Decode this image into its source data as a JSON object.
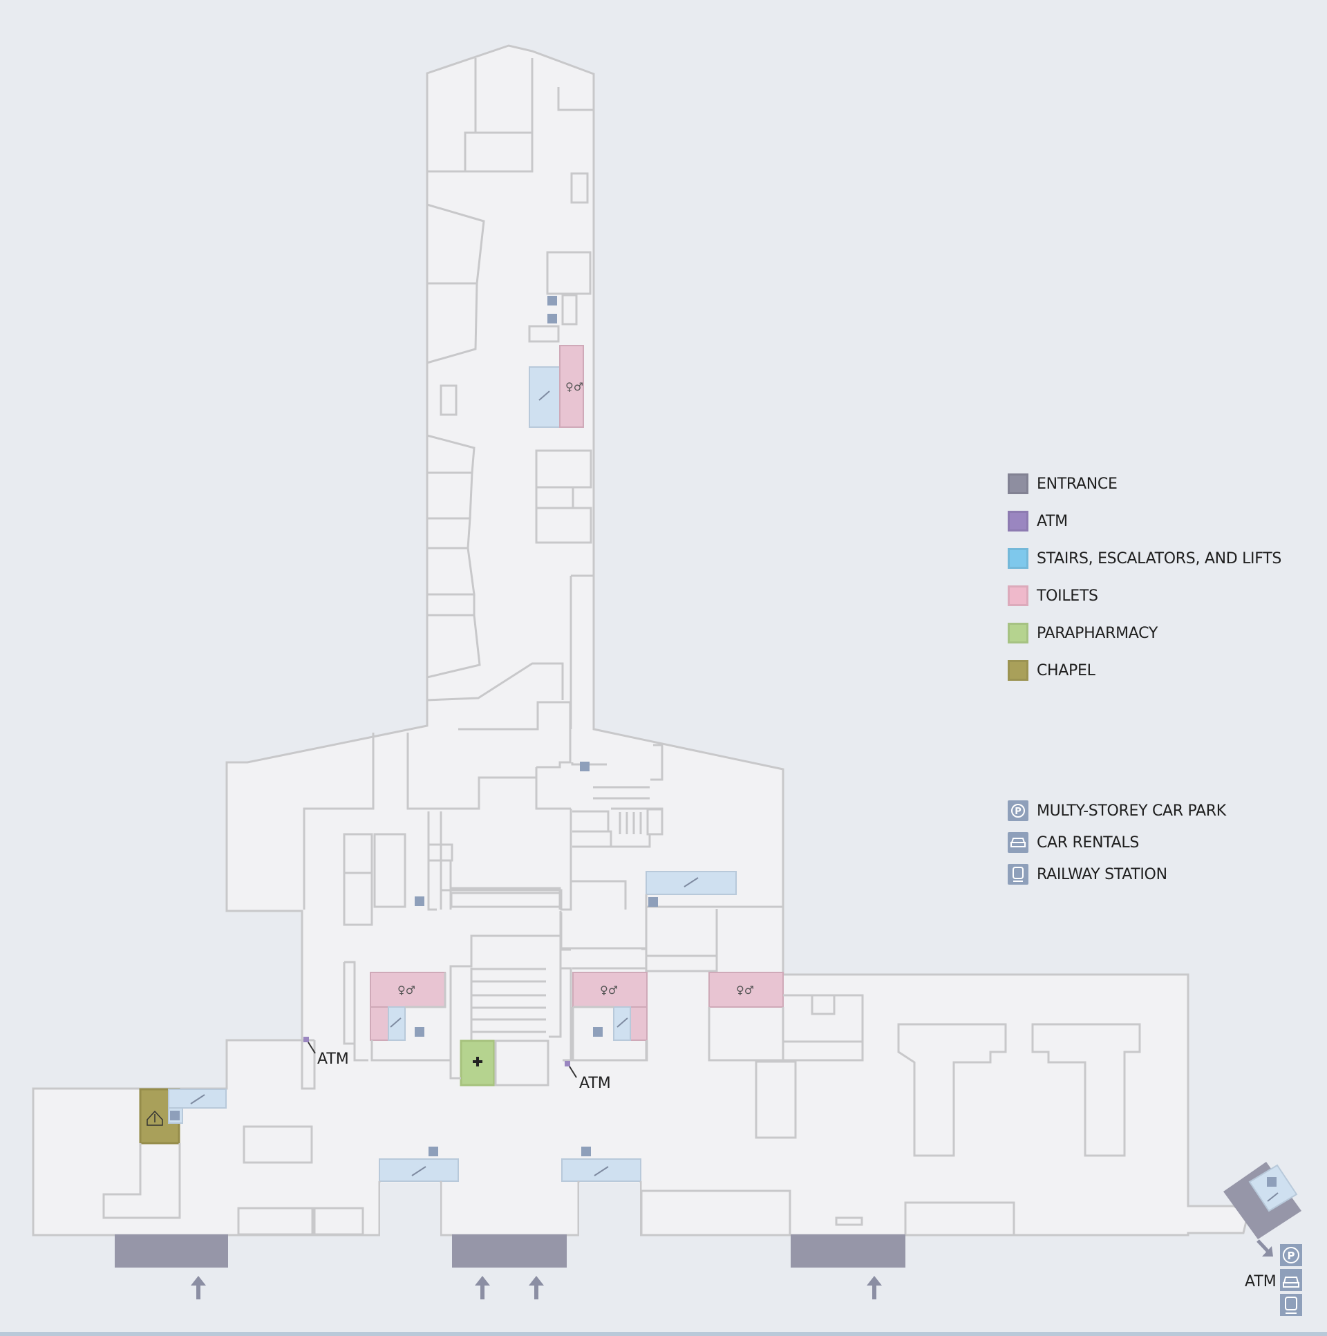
{
  "legend": {
    "items": [
      {
        "label": "ENTRANCE",
        "color": "#8e8ea0"
      },
      {
        "label": "ATM",
        "color": "#9a86c0"
      },
      {
        "label": "STAIRS, ESCALATORS, AND LIFTS",
        "color": "#7ec8ec"
      },
      {
        "label": "TOILETS",
        "color": "#efb9cb"
      },
      {
        "label": "PARAPHARMACY",
        "color": "#b5d38f"
      },
      {
        "label": "CHAPEL",
        "color": "#a9a05a"
      }
    ],
    "services": [
      {
        "label": "MULTY-STOREY CAR PARK",
        "icon": "parking-icon"
      },
      {
        "label": "CAR RENTALS",
        "icon": "car-icon"
      },
      {
        "label": "RAILWAY STATION",
        "icon": "train-icon"
      }
    ]
  },
  "map": {
    "atm_labels": [
      "ATM",
      "ATM",
      "ATM"
    ],
    "colors": {
      "room_fill": "#f2f2f4",
      "wall": "#c8c8ca",
      "escalator": "#cfe0f0",
      "toilet": "#e8c4d2",
      "entrance": "#9696a8",
      "chapel": "#a9a05a",
      "parapharmacy": "#b5d38f",
      "service_badge": "#8e9fba"
    }
  }
}
